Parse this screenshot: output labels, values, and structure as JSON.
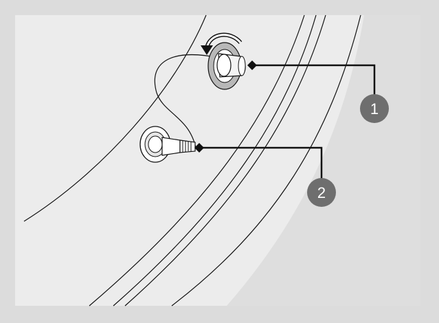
{
  "diagram": {
    "colors": {
      "background": "#dcdcdc",
      "panel": "#ececec",
      "stroke": "#111111",
      "callout_fill": "#6e6e6e",
      "callout_text": "#ffffff",
      "cap_gray": "#b8b8b8"
    },
    "callouts": [
      {
        "label": "1",
        "target": "valve-cap"
      },
      {
        "label": "2",
        "target": "valve-stem"
      }
    ],
    "icons": [
      "rotate-arrow-icon",
      "valve-cap-icon",
      "valve-stem-icon",
      "tether-icon"
    ]
  }
}
